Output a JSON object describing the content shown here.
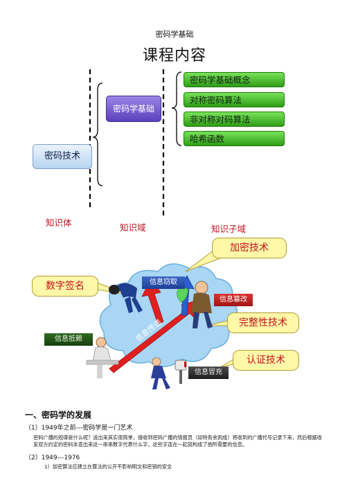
{
  "header": {
    "page_title": "密码学基础",
    "course_title": "课程内容"
  },
  "tree": {
    "root": "密码技术",
    "domain": "密码学基础",
    "subdomains": [
      "密码学基础概念",
      "对称密码算法",
      "非对称对码算法",
      "哈希函数"
    ],
    "level_labels": {
      "body": "知识体",
      "domain": "知识域",
      "subdomain": "知识子域"
    }
  },
  "illustration": {
    "encryption": "加密技术",
    "signature": "数字签名",
    "integrity": "完整性技术",
    "authentication": "认证技术",
    "eavesdrop": "信息窃取",
    "tamper": "信息篡改",
    "deny": "信息抵赖",
    "spoof": "信息冒充",
    "transmit": "信息传递"
  },
  "content": {
    "section_heading": "一、密码学的发展",
    "sub1": "（1）1949年之前---密码学是一门艺术",
    "paragraph": "密码广播的规律是什么呢？说出来其实很简单，接收到密码广播的情报员（如特务余则成）将收到的广播代号记录下来，然后根据收发双方约定的密码本查出来这一串串数字代表什么字。这些字连在一起就构成了他所需要的信息。",
    "sub2": "（2）1949---1976",
    "item1": "1）加密算法应建立在算法的公开不影响明文和密钥的安全"
  },
  "colors": {
    "accent_red": "#c1121f",
    "green_box": "#3fae21",
    "purple_box": "#6a4fcf",
    "blue_box": "#c6dcf3",
    "yellow_box": "#fff8a8",
    "cloud": "#a9d6f5",
    "arrow_red": "#e02020",
    "arrow_blue": "#2a5fd0"
  }
}
